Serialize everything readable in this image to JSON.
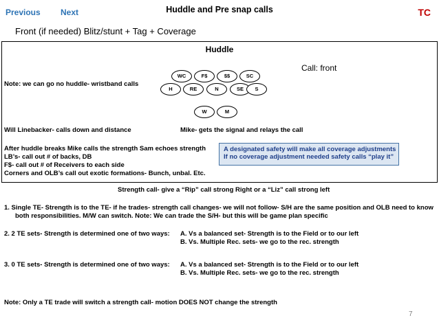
{
  "nav": {
    "previous": "Previous",
    "next": "Next",
    "tc": "TC"
  },
  "title": "Huddle and Pre snap calls",
  "subtitle": "Front (if needed) Blitz/stunt + Tag + Coverage",
  "huddle": {
    "heading": "Huddle",
    "call": "Call: front",
    "note": "Note: we can go no huddle- wristband calls",
    "positions": {
      "row1": [
        "WC",
        "F$",
        "$$",
        "SC"
      ],
      "row2": [
        "H",
        "RE",
        "N",
        "SE",
        "S"
      ],
      "row3": [
        "W",
        "M"
      ]
    },
    "will": "Will Linebacker- calls down and distance",
    "mike": "Mike- gets the signal and relays the call",
    "after_lines": [
      "After huddle breaks Mike calls the strength   Sam echoes strength",
      " LB’s- call out # of backs, DB",
      "F$- call out # of Receivers to each side",
      "Corners and OLB’s call out exotic formations- Bunch, unbal. Etc."
    ],
    "safety_box": [
      "A designated safety will make all coverage adjustments",
      "If no coverage adjustment needed safety calls “play it”"
    ]
  },
  "strength_call": "Strength call- give a “Rip” call  strong Right  or a “Liz” call strong left",
  "rules": {
    "rule1_line1": "1.   Single TE- Strength is to the TE- if he trades- strength call changes- we will not follow- S/H are the same position and OLB need to know",
    "rule1_line2": "both responsibilities.  M/W can switch.   Note:  We can trade the S/H- but this will be game plan specific",
    "rule2_label": "2.  2 TE sets- Strength is determined one of two ways:",
    "rule2_a": "A.  Vs a balanced set- Strength is to the Field or to our left",
    "rule2_b": "B.  Vs. Multiple Rec. sets-  we go to the rec. strength",
    "rule3_label": "3.   0 TE sets- Strength is determined one of two ways:",
    "rule3_a": "A.  Vs a balanced set- Strength is to the Field or to our left",
    "rule3_b": "B.  Vs. Multiple Rec. sets-  we go to the rec. strength"
  },
  "footer_note": "Note:  Only a TE trade will switch a strength call- motion DOES NOT change the strength",
  "page_number": "7"
}
